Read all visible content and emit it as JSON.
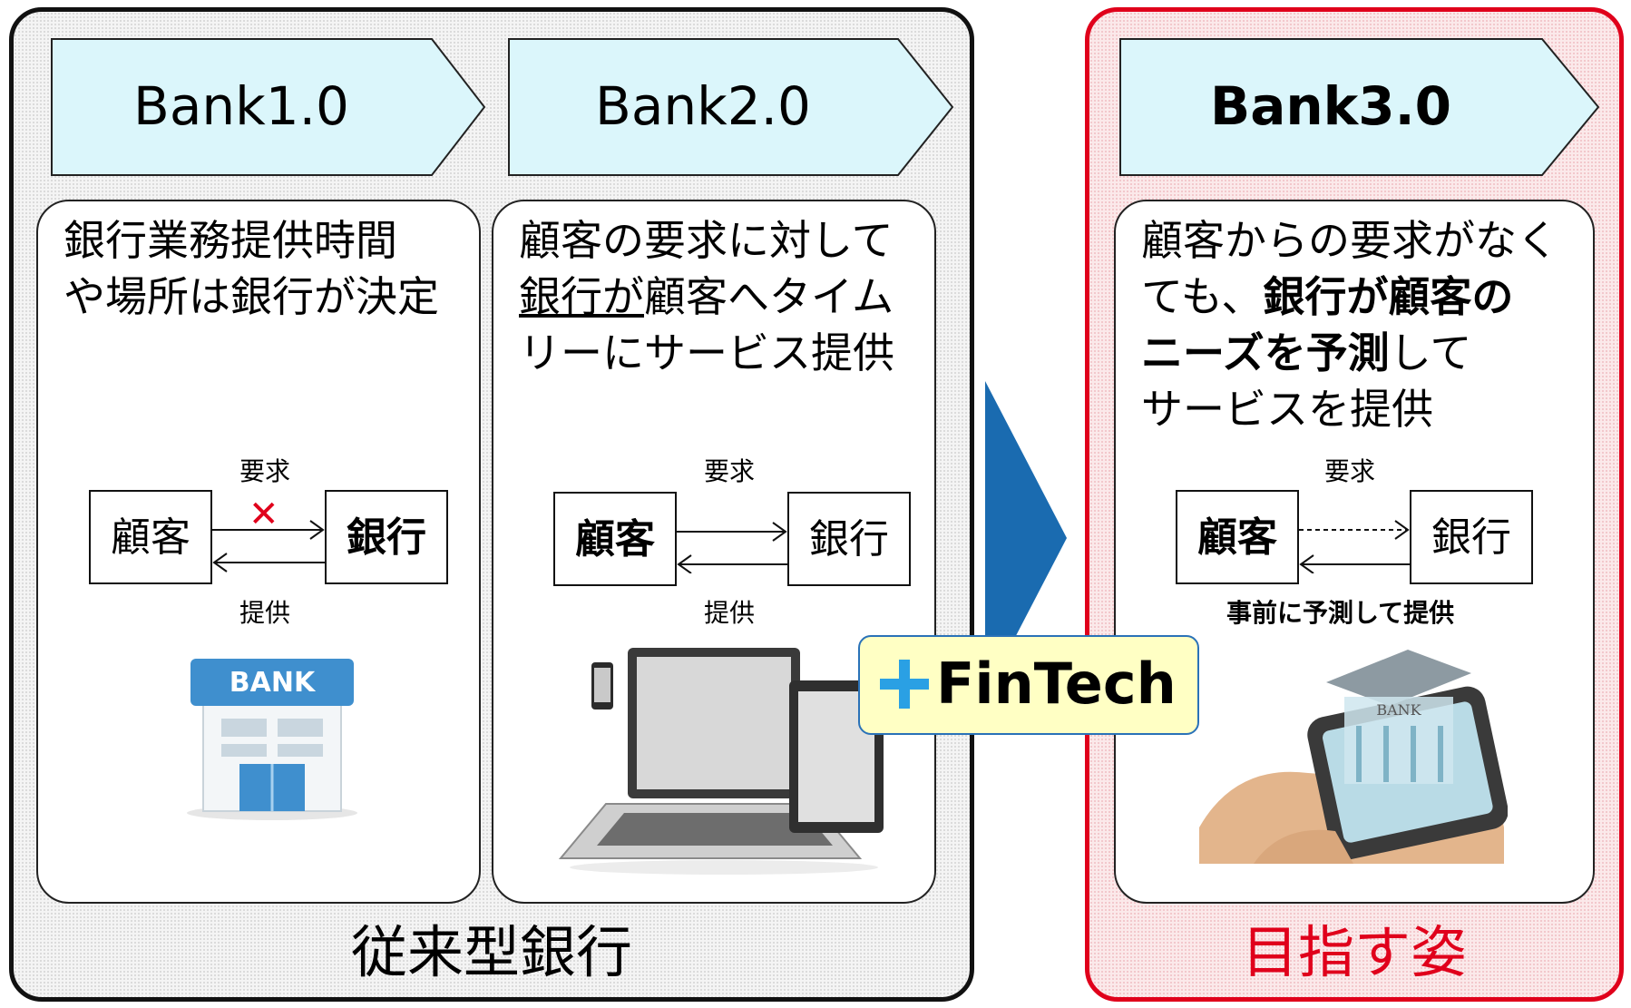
{
  "colors": {
    "chevron_fill": "#dbf6fb",
    "accent_red": "#e0001b",
    "big_arrow": "#1a6bb0",
    "fintech_fill": "#ffffc4"
  },
  "groups": {
    "traditional_label": "従来型銀行",
    "goal_label": "目指す姿"
  },
  "stages": [
    {
      "name": "Bank1.0",
      "lines": [
        "銀行業務提供時間",
        "や場所は銀行が決定"
      ]
    },
    {
      "name": "Bank2.0",
      "line1": "顧客の要求に対して",
      "line2_underlined": "銀行が",
      "line2_rest": "顧客へタイム",
      "line3": "リーにサービス提供"
    },
    {
      "name": "Bank3.0",
      "line1": "顧客からの要求がなく",
      "line2_plain": "ても、",
      "line2_bold": "銀行が顧客の",
      "line3_bold": "ニーズを予測",
      "line3_plain": "して",
      "line4": "サービスを提供"
    }
  ],
  "flow": {
    "customer": "顧客",
    "bank": "銀行",
    "request": "要求",
    "provide": "提供",
    "blocked_mark": "✕",
    "predict_label": "事前に予測して提供"
  },
  "images": {
    "bank_sign": "BANK",
    "phone_building_sign": "BANK"
  },
  "icons": [
    "bank-building-icon",
    "devices-icon",
    "phone-bank-icon",
    "plus-icon",
    "big-arrow-icon"
  ],
  "fintech": {
    "label": "FinTech"
  }
}
